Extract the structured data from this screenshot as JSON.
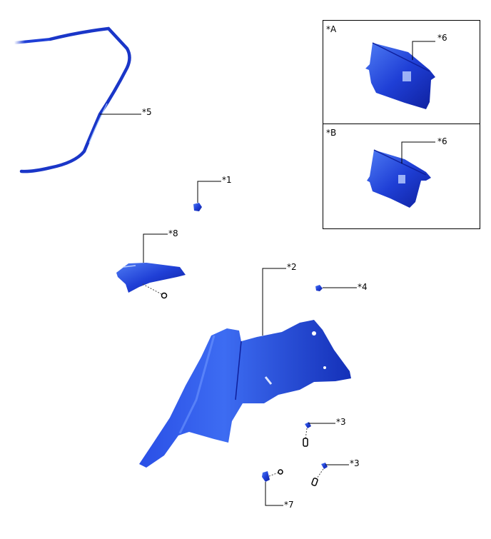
{
  "diagram": {
    "type": "exploded-parts-view",
    "colors": {
      "part_blue": "#1f3fd6",
      "part_blue_dark": "#0e1f9c",
      "part_blue_light": "#4f7cf4",
      "leader_line": "#000000",
      "inset_border": "#000000"
    },
    "callouts": {
      "c1": "*1",
      "c2": "*2",
      "c3a": "*3",
      "c3b": "*3",
      "c4": "*4",
      "c5": "*5",
      "c6a": "*6",
      "c6b": "*6",
      "c7": "*7",
      "c8": "*8"
    },
    "insets": {
      "a": {
        "label": "*A"
      },
      "b": {
        "label": "*B"
      }
    }
  }
}
